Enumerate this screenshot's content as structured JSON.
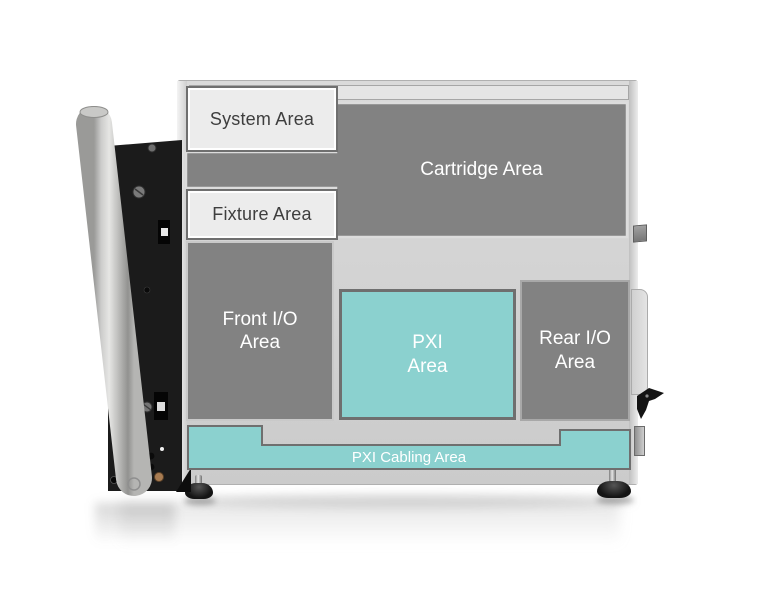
{
  "areas": {
    "system": {
      "label": "System Area"
    },
    "cartridge": {
      "label": "Cartridge Area"
    },
    "fixture": {
      "label": "Fixture Area"
    },
    "front_io": {
      "line1": "Front I/O",
      "line2": "Area"
    },
    "pxi": {
      "line1": "PXI",
      "line2": "Area"
    },
    "rear_io": {
      "line1": "Rear I/O",
      "line2": "Area"
    },
    "pxi_cabling": {
      "label": "PXI Cabling Area"
    }
  },
  "colors": {
    "area_dark": "#828282",
    "area_teal": "#8bd1cf",
    "area_border_light": "#dcdcdc",
    "area_border_dark": "#6f6f6f",
    "label_box_fill": "#ececec",
    "label_box_border": "#ffffff",
    "label_text": "#3e3e3e",
    "area_text": "#ffffff",
    "machine_body": "#d2d2d2"
  }
}
